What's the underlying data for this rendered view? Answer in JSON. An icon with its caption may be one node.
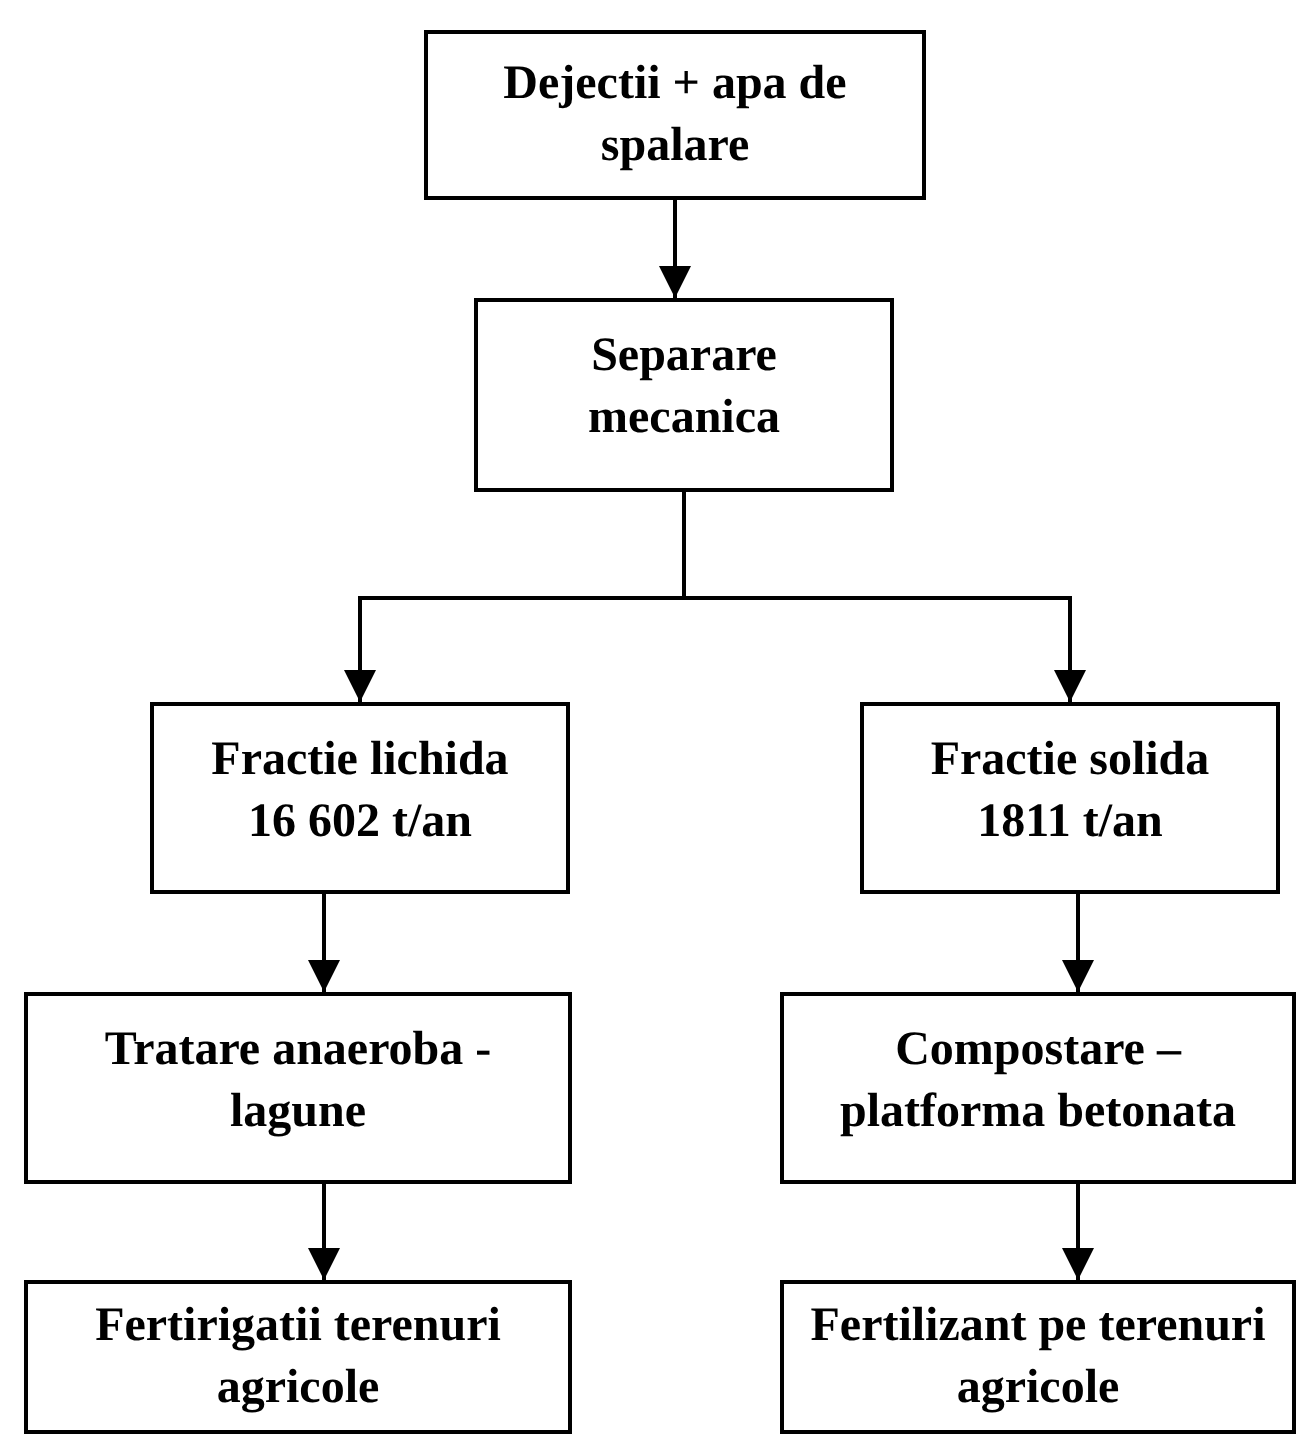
{
  "diagram": {
    "nodes": [
      {
        "text": [
          "Dejectii + apa de spalare"
        ]
      },
      {
        "text": [
          "Separare mecanica"
        ]
      },
      {
        "text": [
          "Fractie lichida",
          "16 602 t/an"
        ]
      },
      {
        "text": [
          "Fractie solida",
          "1811 t/an"
        ]
      },
      {
        "text": [
          "Tratare anaeroba - lagune"
        ]
      },
      {
        "text": [
          "Compostare – platforma betonata"
        ]
      },
      {
        "text": [
          "Fertirigatii terenuri agricole"
        ]
      },
      {
        "text": [
          "Fertilizant pe terenuri agricole"
        ]
      }
    ],
    "edges": [
      {
        "from": 0,
        "to": 1,
        "arrow": "to"
      },
      {
        "from": 1,
        "to": 2,
        "arrow": "to"
      },
      {
        "from": 1,
        "to": 3,
        "arrow": "to"
      },
      {
        "from": 2,
        "to": 4,
        "arrow": "to"
      },
      {
        "from": 3,
        "to": 5,
        "arrow": "to"
      },
      {
        "from": 4,
        "to": 6,
        "arrow": "to"
      },
      {
        "from": 5,
        "to": 7,
        "arrow": "to"
      }
    ]
  }
}
